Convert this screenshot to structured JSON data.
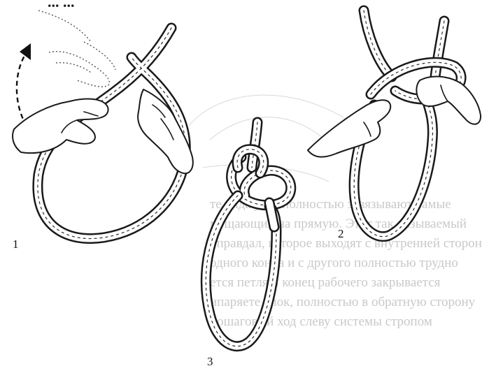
{
  "top_text": "... ...",
  "steps": [
    {
      "label": "1"
    },
    {
      "label": "2"
    },
    {
      "label": "3"
    }
  ],
  "bleed_through_lines": [
    "те вида узла полностью завязывают самые",
    "мещающих на прямую. Этот так называемый",
    "оправдал, которое выходят с внутренней стороны",
    "одного конца и с другого полностью трудно",
    "ется петля и конец рабочего закрывается",
    "ипаряете блок, полностью в обратную сторону",
    "пошаговый ход слеву системы стропом"
  ]
}
